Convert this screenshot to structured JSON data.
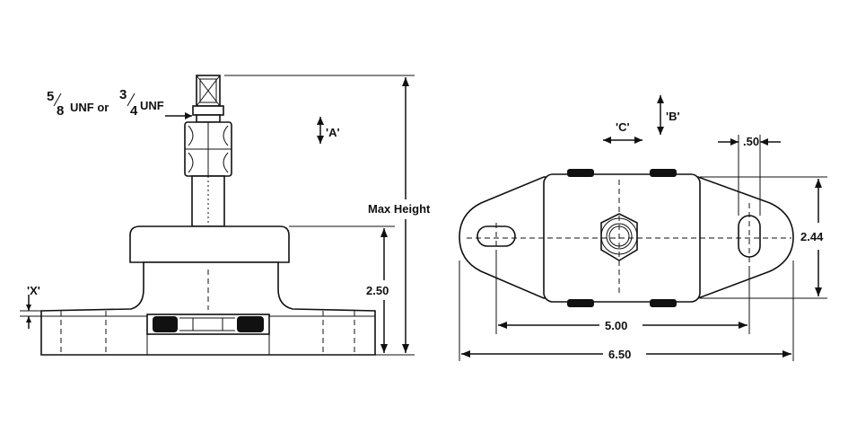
{
  "side_view": {
    "thread_label_n1": "5",
    "thread_label_d1": "8",
    "thread_label_mid": "UNF or",
    "thread_label_n2": "3",
    "thread_label_d2": "4",
    "thread_label_end": "UNF",
    "label_a": "'A'",
    "label_x": "'X'",
    "max_height": "Max Height",
    "dim_height": "2.50"
  },
  "top_view": {
    "label_b": "'B'",
    "label_c": "'C'",
    "dim_offset": ".50",
    "dim_width": "2.44",
    "dim_hole_spacing": "5.00",
    "dim_overall_length": "6.50"
  }
}
